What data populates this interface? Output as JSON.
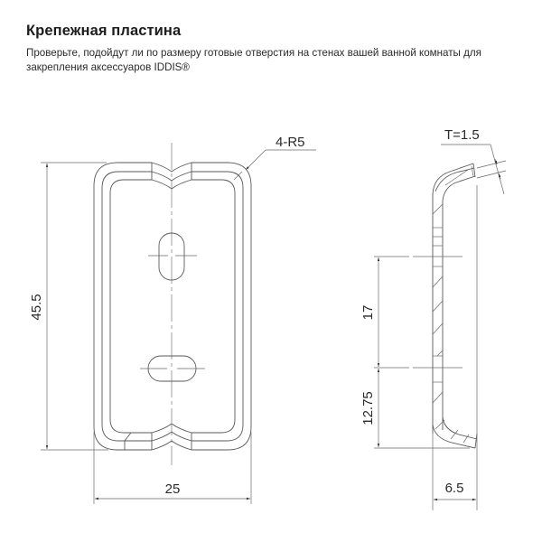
{
  "header": {
    "title": "Крепежная пластина",
    "description": "Проверьте, подойдут ли по размеру готовые отверстия на стенах вашей ванной комнаты для закрепления аксессуаров IDDIS®"
  },
  "drawing": {
    "front_view": {
      "height_label": "45.5",
      "width_label": "25",
      "radius_label": "4-R5"
    },
    "side_view": {
      "thickness_label": "T=1.5",
      "hole_spacing_label": "17",
      "bottom_offset_label": "12.75",
      "depth_label": "6.5"
    }
  }
}
